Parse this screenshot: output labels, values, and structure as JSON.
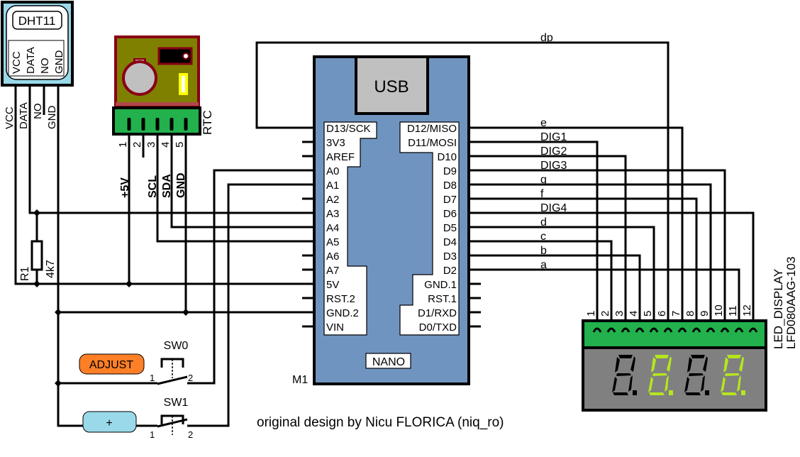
{
  "diagram": {
    "credit": "original design by Nicu FLORICA (niq_ro)",
    "colors": {
      "nano_body": "#7094c0",
      "usb": "#c0c0c0",
      "header_green": "#22b14c",
      "rtc_board": "#808000",
      "rtc_border": "#880015",
      "dht_body": "#99d9ea",
      "display_body": "#808080",
      "segment_on": "#b5e61d",
      "segment_off": "#000000",
      "adjust_button": "#ff7f27",
      "plus_button": "#99d9ea",
      "wire": "#000000"
    },
    "dht11": {
      "title": "DHT11",
      "inner_pins": [
        "VCC",
        "DATA",
        "NO",
        "GND"
      ],
      "pins": [
        "VCC",
        "DATA",
        "NO",
        "GND"
      ]
    },
    "rtc": {
      "label": "RTC",
      "pin_numbers": [
        "1",
        "2",
        "3",
        "4",
        "5"
      ],
      "signals": [
        "+5V",
        "SCL",
        "SDA",
        "GND"
      ]
    },
    "resistor": {
      "ref": "R1",
      "value": "4k7"
    },
    "nano": {
      "ref": "M1",
      "name": "NANO",
      "usb_label": "USB",
      "left_pins": [
        "D13/SCK",
        "3V3",
        "AREF",
        "A0",
        "A1",
        "A2",
        "A3",
        "A4",
        "A5",
        "A6",
        "A7",
        "5V",
        "RST.2",
        "GND.2",
        "VIN"
      ],
      "right_pins": [
        "D12/MISO",
        "D11/MOSI",
        "D10",
        "D9",
        "D8",
        "D7",
        "D6",
        "D5",
        "D4",
        "D3",
        "D2",
        "GND.1",
        "RST.1",
        "D1/RXD",
        "D0/TXD"
      ]
    },
    "nets": {
      "dp": "dp",
      "right": [
        "e",
        "DIG1",
        "DIG2",
        "DIG3",
        "g",
        "f",
        "DIG4",
        "d",
        "c",
        "b",
        "a"
      ]
    },
    "display": {
      "name": "LED_DISPLAY",
      "part": "LFD080AAG-103",
      "pin_numbers": [
        "1",
        "2",
        "3",
        "4",
        "5",
        "6",
        "7",
        "8",
        "9",
        "10",
        "11",
        "12"
      ],
      "digits": [
        {
          "text": "8.",
          "lit": false
        },
        {
          "text": "8.",
          "lit": true
        },
        {
          "text": "8.",
          "lit": false
        },
        {
          "text": "8.",
          "lit": true
        }
      ]
    },
    "switches": [
      {
        "ref": "SW0",
        "button_label": "ADJUST",
        "pin1": "1",
        "pin2": "2"
      },
      {
        "ref": "SW1",
        "button_label": "+",
        "pin1": "1",
        "pin2": "2"
      }
    ]
  }
}
